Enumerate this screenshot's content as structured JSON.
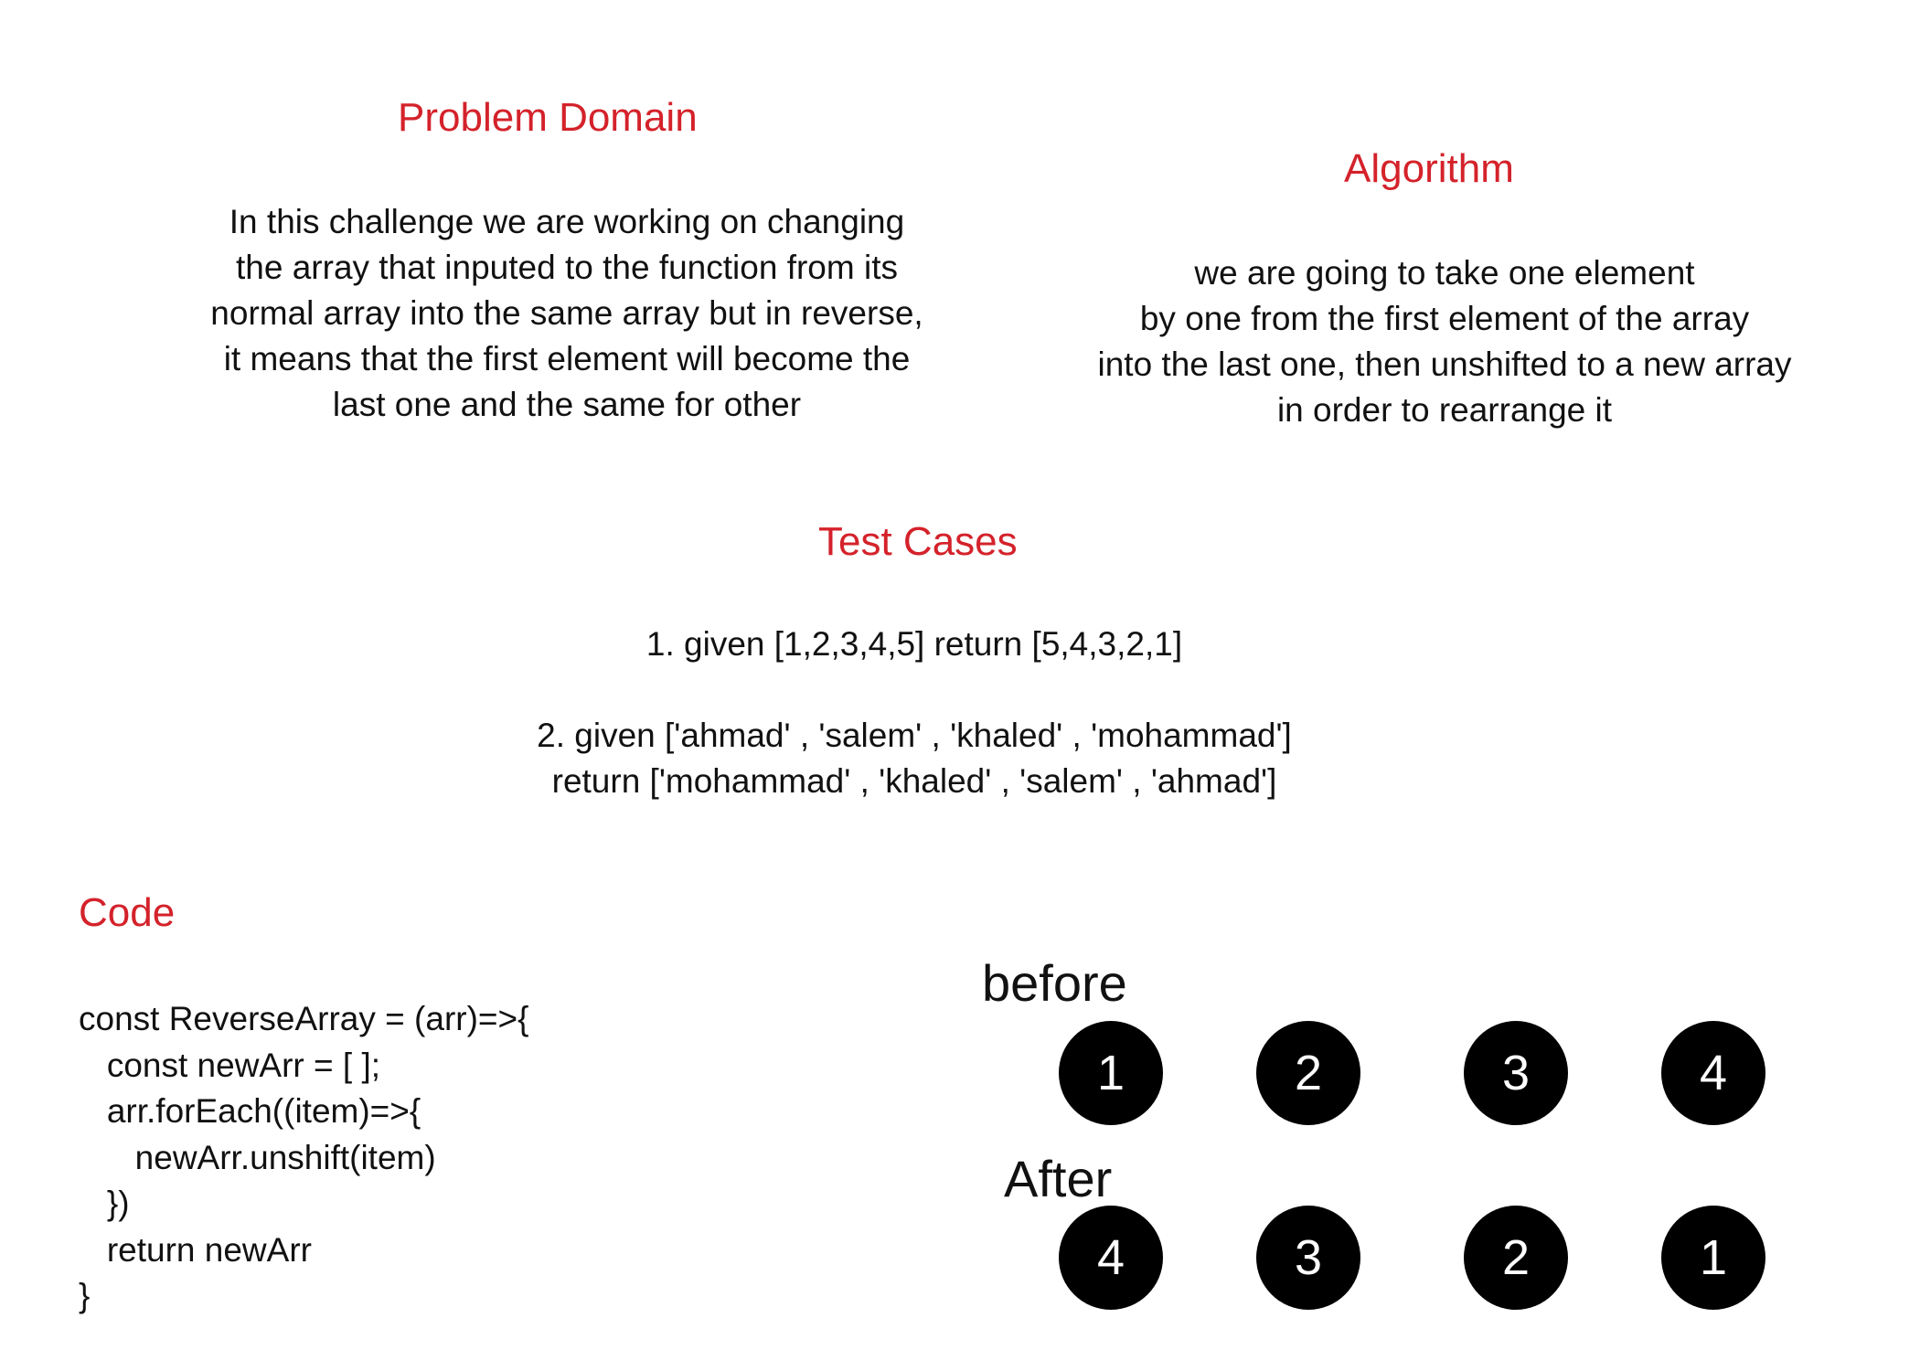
{
  "problem": {
    "heading": "Problem Domain",
    "lines": [
      "In this challenge we are working on changing",
      "the array that inputed to the function from its",
      "normal array into the same array but in reverse,",
      "it means that the first element will become the",
      "last one and the same for other"
    ]
  },
  "algorithm": {
    "heading": "Algorithm",
    "lines": [
      "we are going to take one element",
      "by one from the first element of the array",
      "into the last one, then unshifted to a new array",
      "in order to rearrange it"
    ]
  },
  "tests": {
    "heading": "Test Cases",
    "case1": "1. given [1,2,3,4,5] return [5,4,3,2,1]",
    "case2_line1": "2. given ['ahmad' , 'salem' , 'khaled' , 'mohammad']",
    "case2_line2": "return ['mohammad' , 'khaled' , 'salem' , 'ahmad']"
  },
  "code": {
    "heading": "Code",
    "lines": [
      "const ReverseArray = (arr)=>{",
      "   const newArr = [ ];",
      "   arr.forEach((item)=>{",
      "      newArr.unshift(item)",
      "   })",
      "   return newArr",
      "}"
    ]
  },
  "diagram": {
    "before_label": "before",
    "after_label": "After",
    "before": [
      "1",
      "2",
      "3",
      "4"
    ],
    "after": [
      "4",
      "3",
      "2",
      "1"
    ]
  },
  "colors": {
    "heading": "#d4222a",
    "text": "#111111",
    "circle": "#000000",
    "circle_text": "#ffffff"
  }
}
